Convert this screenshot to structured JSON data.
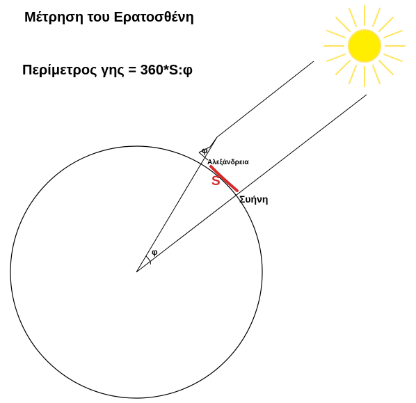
{
  "title": "Μέτρηση του Ερατοσθένη",
  "formula": "Περίμετρος γης = 360*S:φ",
  "labels": {
    "alexandria": "Αλεξάνδρεια",
    "syene": "Συήνη",
    "arc": "S",
    "angle_center": "φ",
    "angle_gnomon": "φ"
  },
  "colors": {
    "background": "#ffffff",
    "lines": "#000000",
    "arc": "#d42a2a",
    "sun_fill": "#ffee00",
    "sun_rays": "#ffe45a"
  },
  "icons": {
    "sun": "sun-icon"
  }
}
